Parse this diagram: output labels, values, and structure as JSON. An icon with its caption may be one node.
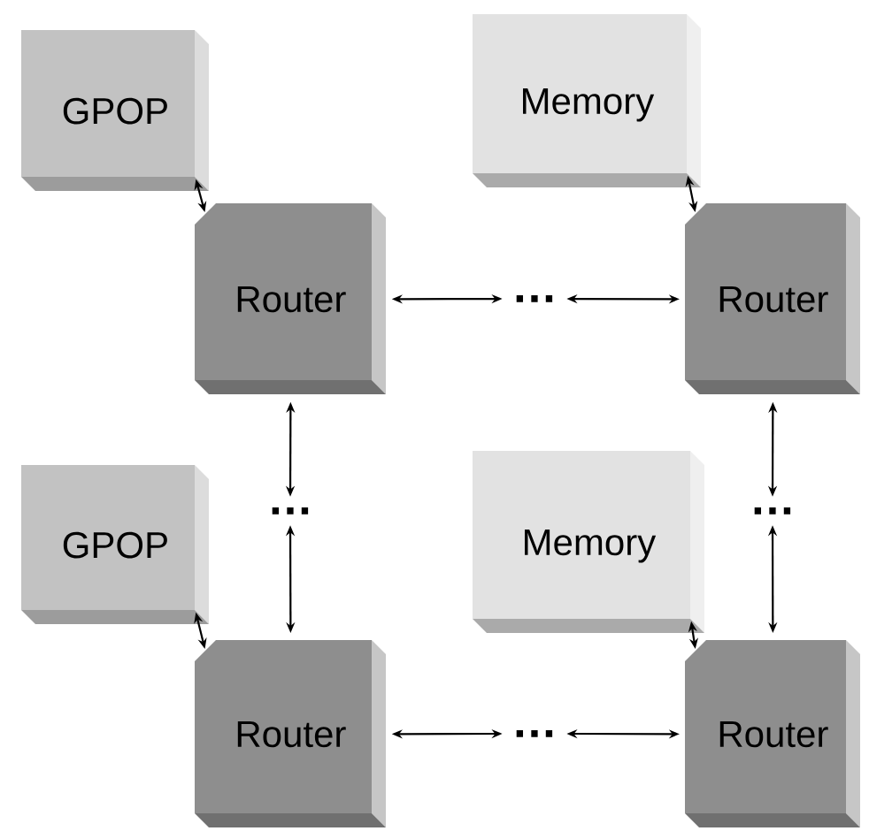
{
  "diagram": {
    "nodes": [
      {
        "text": [
          "GPOP"
        ]
      },
      {
        "text": [
          "Memory"
        ]
      },
      {
        "text": [
          "Router"
        ]
      },
      {
        "text": [
          "…"
        ]
      },
      {
        "text": [
          "Router"
        ]
      },
      {
        "text": [
          "…"
        ]
      },
      {
        "text": [
          "GPOP"
        ]
      },
      {
        "text": [
          "Memory"
        ]
      },
      {
        "text": [
          "…"
        ]
      },
      {
        "text": [
          "Router"
        ]
      },
      {
        "text": [
          "…"
        ]
      },
      {
        "text": [
          "Router"
        ]
      }
    ],
    "edges": [
      {
        "from": 0,
        "to": 2,
        "arrow": "both"
      },
      {
        "from": 1,
        "to": 4,
        "arrow": "both"
      },
      {
        "from": 2,
        "to": 3,
        "arrow": "both"
      },
      {
        "from": 3,
        "to": 4,
        "arrow": "both"
      },
      {
        "from": 2,
        "to": 5,
        "arrow": "both"
      },
      {
        "from": 5,
        "to": 9,
        "arrow": "both"
      },
      {
        "from": 4,
        "to": 8,
        "arrow": "both"
      },
      {
        "from": 8,
        "to": 11,
        "arrow": "both"
      },
      {
        "from": 6,
        "to": 9,
        "arrow": "both"
      },
      {
        "from": 7,
        "to": 11,
        "arrow": "both"
      },
      {
        "from": 9,
        "to": 10,
        "arrow": "both"
      },
      {
        "from": 10,
        "to": 11,
        "arrow": "both"
      }
    ]
  }
}
